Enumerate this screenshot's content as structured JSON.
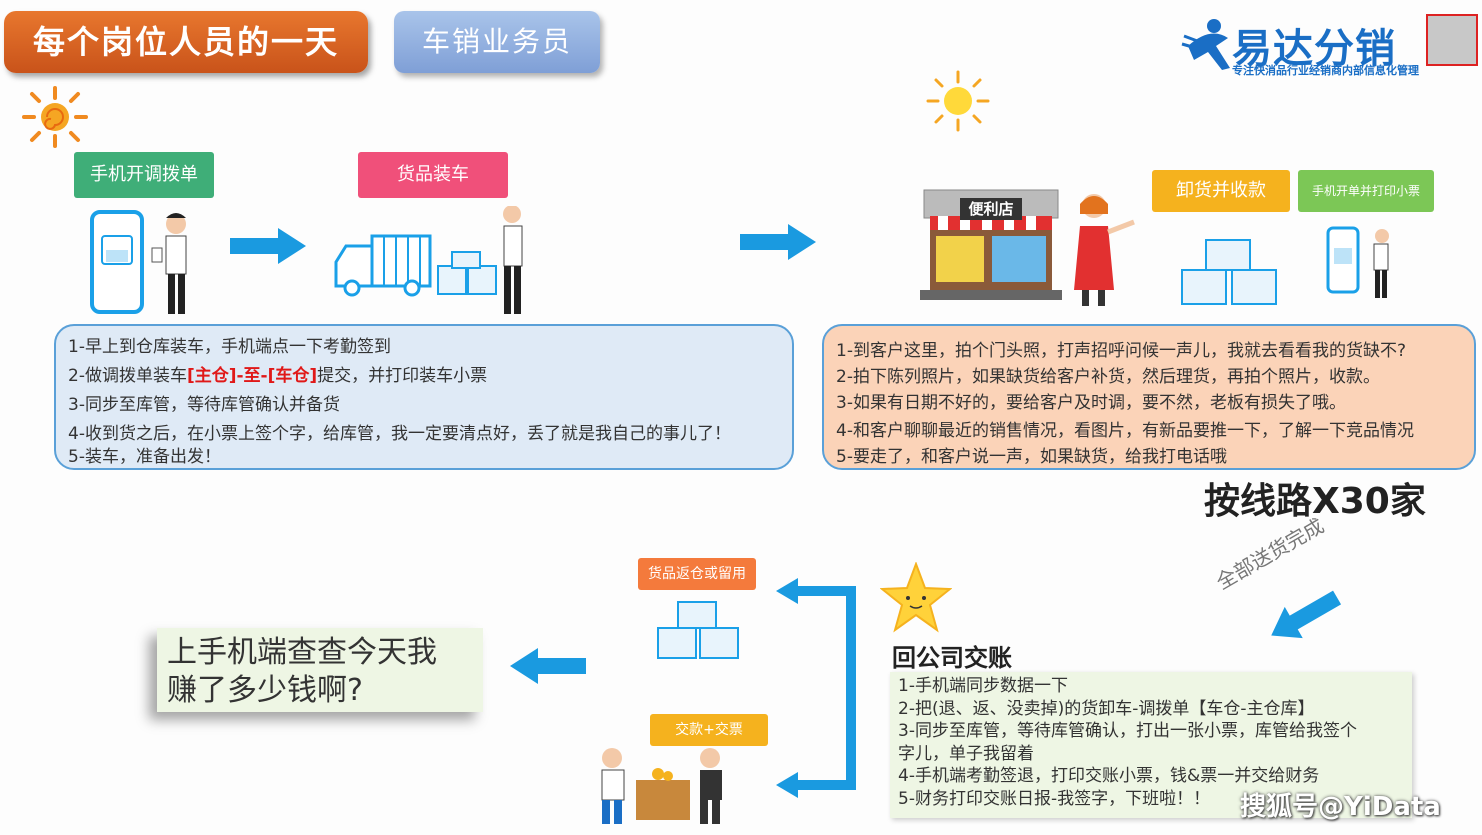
{
  "header": {
    "title": "每个岗位人员的一天",
    "role": "车销业务员"
  },
  "logo": {
    "name": "易达分销",
    "tagline": "专注快消品行业经销商内部信息化管理"
  },
  "steps": {
    "mobile_transfer": "手机开调拨单",
    "load_goods": "货品装车",
    "unload_collect": "卸货并收款",
    "mobile_print": "手机开单并打印小票",
    "return_goods": "货品返仓或留用",
    "pay_tickets": "交款+交票"
  },
  "store_sign": "便利店",
  "panel_left": {
    "line1": "1-早上到仓库装车，手机端点一下考勤签到",
    "line2_a": "2-做调拨单装车",
    "line2_b": "[主仓]-至-[车仓]",
    "line2_c": "提交，并打印装车小票",
    "line3": "3-同步至库管，等待库管确认并备货",
    "line4": "4-收到货之后，在小票上签个字，给库管，我一定要清点好，丢了就是我自己的事儿了！",
    "line5": "5-装车，准备出发！"
  },
  "panel_right": {
    "line1": "1-到客户这里，拍个门头照，打声招呼问候一声儿，我就去看看我的货缺不?",
    "line2": "2-拍下陈列照片，如果缺货给客户补货，然后理货，再拍个照片，收款。",
    "line3": "3-如果有日期不好的，要给客户及时调，要不然，老板有损失了哦。",
    "line4": "4-和客户聊聊最近的销售情况，看图片，有新品要推一下，了解一下竞品情况",
    "line5": "5-要走了，和客户说一声，如果缺货，给我打电话哦"
  },
  "route_label": "按线路X30家",
  "done_label": "全部送货完成",
  "result": {
    "line1": "上手机端查查今天我",
    "line2": "赚了多少钱啊?"
  },
  "settle": {
    "title": "回公司交账",
    "line1": "1-手机端同步数据一下",
    "line2": "2-把(退、返、没卖掉)的货卸车-调拨单【车仓-主仓库】",
    "line3": "3-同步至库管，等待库管确认，打出一张小票，库管给我签个",
    "line3b": "字儿，单子我留着",
    "line4": "4-手机端考勤签退，打印交账小票，钱&票一并交给财务",
    "line5": "5-财务打印交账日报-我签字，下班啦！！"
  },
  "watermark": "搜狐号@YiData",
  "colors": {
    "orange": "#e0692a",
    "blue_arrow": "#1a9ae0",
    "green_chip": "#3fae78",
    "pink_chip": "#f0507a",
    "yellow_chip": "#f5b21e",
    "light_green_chip": "#7cc756",
    "orange_chip": "#f47a3c"
  }
}
